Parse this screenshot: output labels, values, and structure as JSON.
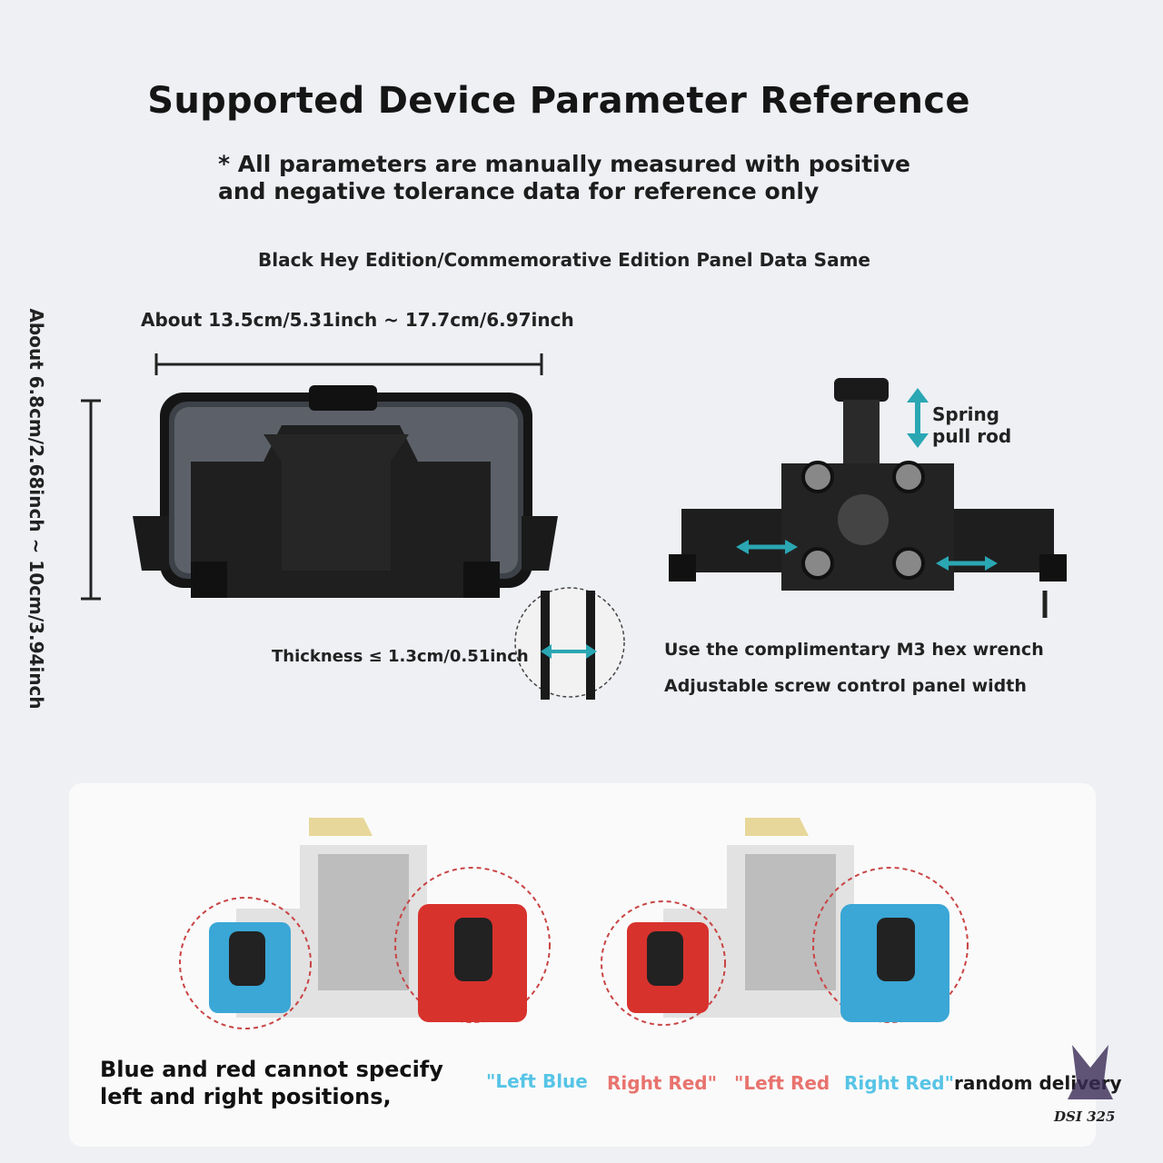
{
  "title": "Supported Device Parameter Reference",
  "note": "* All parameters are manually measured with positive and negative tolerance data for reference only",
  "edition": "Black Hey Edition/Commemorative Edition Panel Data Same",
  "width_label": "About 13.5cm/5.31inch ~ 17.7cm/6.97inch",
  "height_label": "About 6.8cm/2.68inch ~ 10cm/3.94inch",
  "thickness_label": "Thickness ≤ 1.3cm/0.51inch",
  "spring_label_line1": "Spring",
  "spring_label_line2": "pull rod",
  "wrench_label": "Use the complimentary M3 hex wrench",
  "screw_label": "Adjustable screw control panel width",
  "caption": "Blue and red cannot specify left and right positions,",
  "colors_note": {
    "left_blue": "\"Left Blue",
    "right_red": "Right Red\"",
    "left_red": "\"Left Red",
    "right_red2": "Right Red\"",
    "random": "random delivery"
  },
  "signature": "DSI 325",
  "colors": {
    "accent": "#2aa7b3",
    "blue": "#3aa7d6",
    "red": "#d8322d",
    "black": "#1b1b1b"
  }
}
